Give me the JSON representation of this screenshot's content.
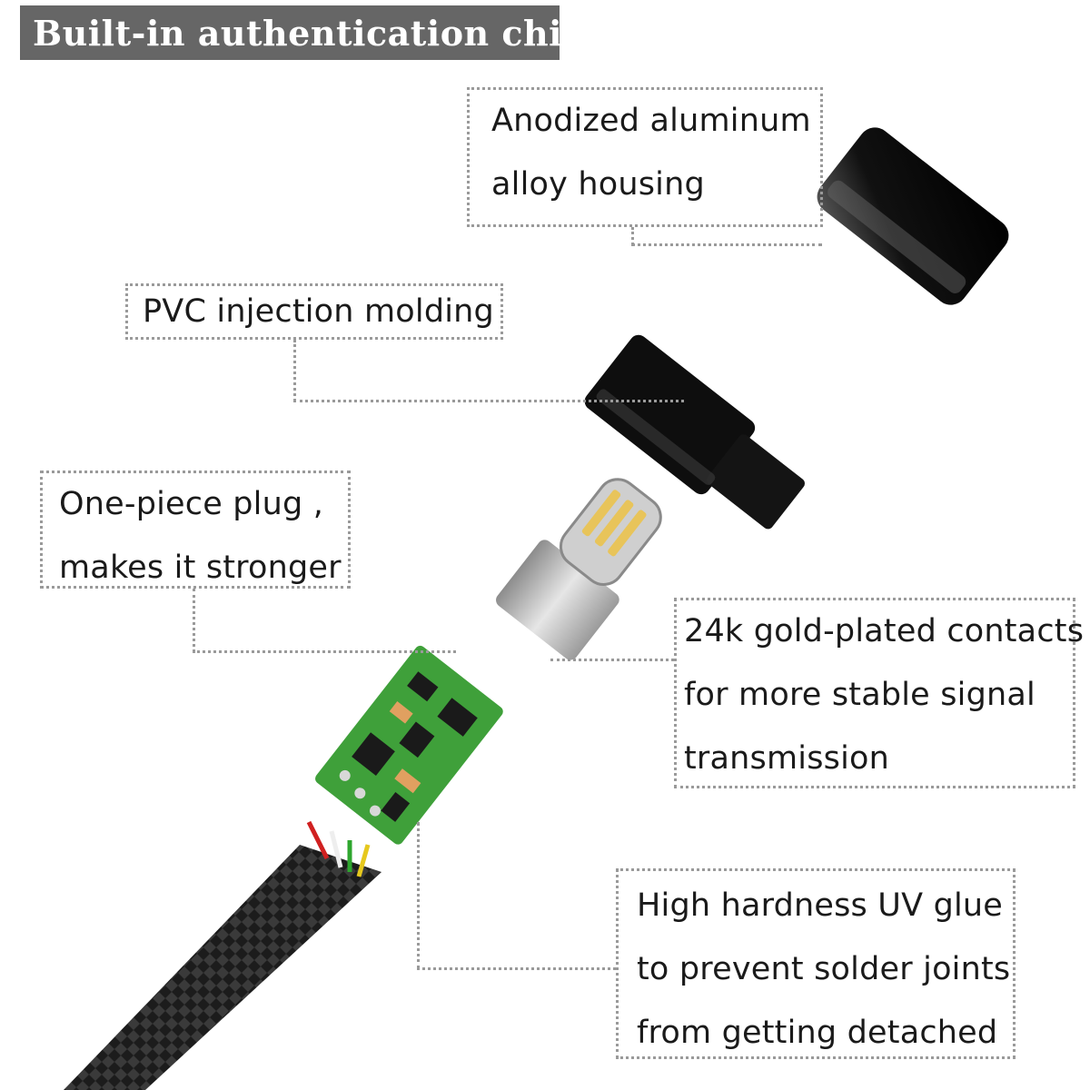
{
  "title": "Built-in authentication chip",
  "callouts": {
    "housing": [
      "Anodized aluminum",
      "alloy housing"
    ],
    "pvc": [
      "PVC injection molding"
    ],
    "plug": [
      "One-piece plug ,",
      "makes it stronger"
    ],
    "contacts": [
      "24k gold-plated contacts",
      "for more stable signal",
      "transmission"
    ],
    "glue": [
      "High hardness UV glue",
      "to prevent solder joints",
      "from getting detached"
    ]
  },
  "colors": {
    "title_bg": "#666666",
    "title_text": "#ffffff",
    "callout_border": "#9a9a9a",
    "pcb_green": "#3fa03a",
    "metal": "#c8c8c8",
    "cable": "#1c1c1c"
  },
  "icons": [
    "aluminum-housing-icon",
    "pvc-molding-icon",
    "lightning-connector-icon",
    "pcb-chip-icon",
    "braided-cable-icon"
  ]
}
